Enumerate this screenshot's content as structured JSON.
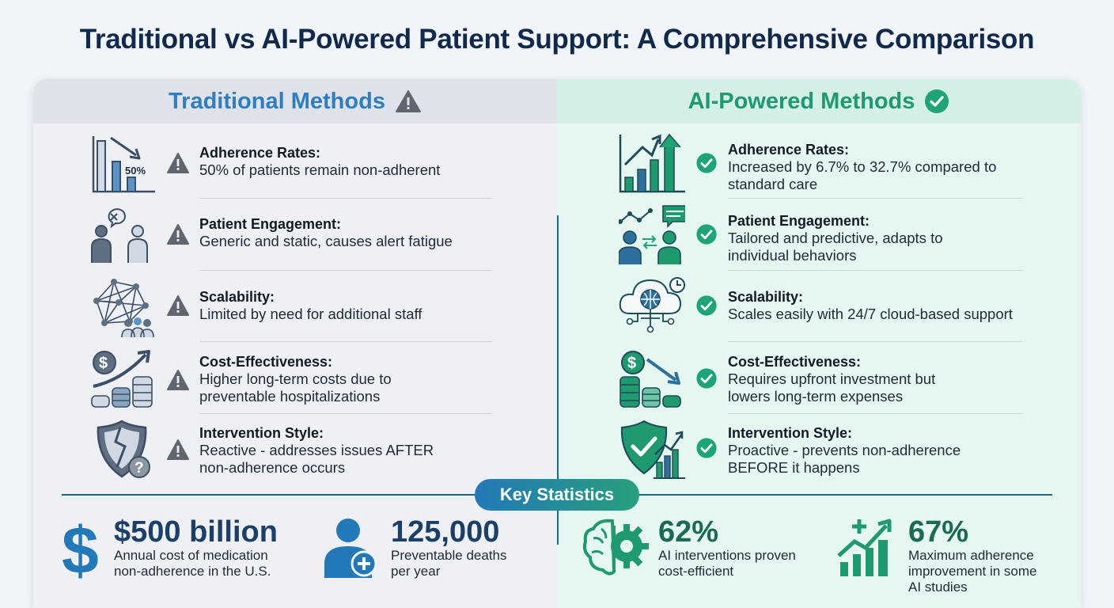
{
  "title": "Traditional vs AI-Powered Patient Support: A Comprehensive Comparison",
  "traditional": {
    "heading": "Traditional Methods",
    "items": [
      {
        "label": "Adherence Rates:",
        "desc": [
          "50% of patients remain non-adherent"
        ],
        "icon_text": "50%"
      },
      {
        "label": "Patient Engagement:",
        "desc": [
          "Generic and static, causes alert fatigue"
        ]
      },
      {
        "label": "Scalability:",
        "desc": [
          "Limited by need for additional staff"
        ]
      },
      {
        "label": "Cost-Effectiveness:",
        "desc": [
          "Higher long-term costs due to",
          "preventable hospitalizations"
        ]
      },
      {
        "label": "Intervention Style:",
        "desc": [
          "Reactive - addresses issues AFTER",
          "non-adherence occurs"
        ]
      }
    ]
  },
  "ai": {
    "heading": "AI-Powered Methods",
    "items": [
      {
        "label": "Adherence Rates:",
        "desc": [
          "Increased by 6.7% to 32.7% compared to",
          "standard care"
        ]
      },
      {
        "label": "Patient Engagement:",
        "desc": [
          "Tailored and predictive, adapts to",
          "individual behaviors"
        ]
      },
      {
        "label": "Scalability:",
        "desc": [
          "Scales easily with 24/7 cloud-based support"
        ]
      },
      {
        "label": "Cost-Effectiveness:",
        "desc": [
          "Requires upfront investment but",
          "lowers long-term expenses"
        ]
      },
      {
        "label": "Intervention Style:",
        "desc": [
          "Proactive - prevents non-adherence",
          "BEFORE it happens"
        ]
      }
    ]
  },
  "key_statistics": {
    "label": "Key Statistics",
    "stats": [
      {
        "value": "$500 billion",
        "desc": [
          "Annual cost of medication",
          "non-adherence in the U.S."
        ]
      },
      {
        "value": "125,000",
        "desc": [
          "Preventable deaths",
          "per year"
        ]
      },
      {
        "value": "62%",
        "desc": [
          "AI interventions proven",
          "cost-efficient"
        ]
      },
      {
        "value": "67%",
        "desc": [
          "Maximum adherence",
          "improvement in some",
          "AI studies"
        ]
      }
    ]
  },
  "colors": {
    "traditional_accent": "#2f7fc0",
    "ai_accent": "#1f9a6f",
    "title": "#11294a",
    "warning_icon": "#5f6670",
    "check_icon": "#1fa476"
  }
}
